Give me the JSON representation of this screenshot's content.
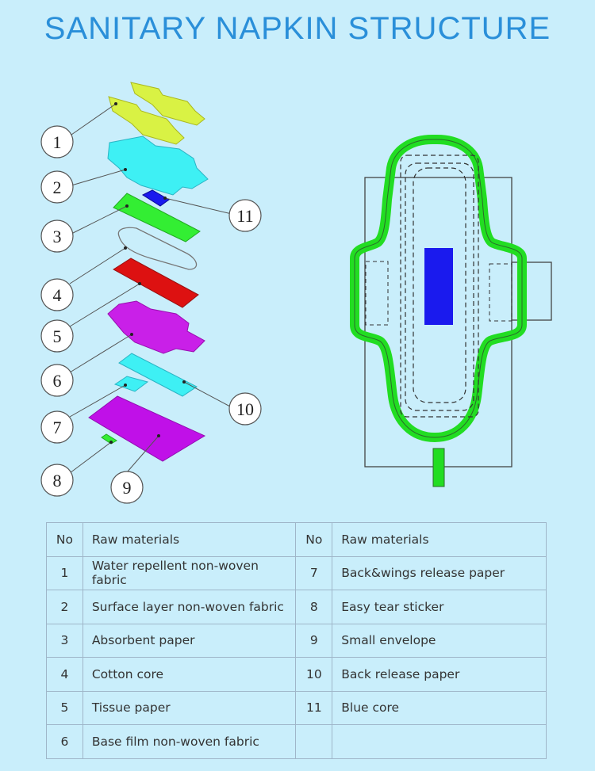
{
  "title": "SANITARY NAPKIN STRUCTURE",
  "callouts": [
    "1",
    "2",
    "3",
    "4",
    "5",
    "6",
    "7",
    "8",
    "9",
    "10",
    "11"
  ],
  "table": {
    "headers": {
      "no": "No",
      "materials": "Raw materials"
    },
    "rows": [
      {
        "no_l": "1",
        "mat_l": "Water repellent non-woven fabric",
        "no_r": "7",
        "mat_r": "Back&wings release paper"
      },
      {
        "no_l": "2",
        "mat_l": "Surface layer non-woven fabric",
        "no_r": "8",
        "mat_r": "Easy tear sticker"
      },
      {
        "no_l": "3",
        "mat_l": "Absorbent paper",
        "no_r": "9",
        "mat_r": "Small envelope"
      },
      {
        "no_l": "4",
        "mat_l": "Cotton core",
        "no_r": "10",
        "mat_r": "Back release paper"
      },
      {
        "no_l": "5",
        "mat_l": "Tissue paper",
        "no_r": "11",
        "mat_r": "Blue core"
      },
      {
        "no_l": "6",
        "mat_l": "Base film non-woven fabric",
        "no_r": "",
        "mat_r": ""
      }
    ]
  },
  "colors": {
    "title": "#2a8fd9",
    "layer1": "#d9f244",
    "layer2": "#3ef0f4",
    "layer3": "#33ee33",
    "layer5": "#dd1111",
    "layer6": "#c920e8",
    "layer9": "#c010e8",
    "blue_core": "#1a1aee",
    "outline_green": "#22dd22"
  }
}
